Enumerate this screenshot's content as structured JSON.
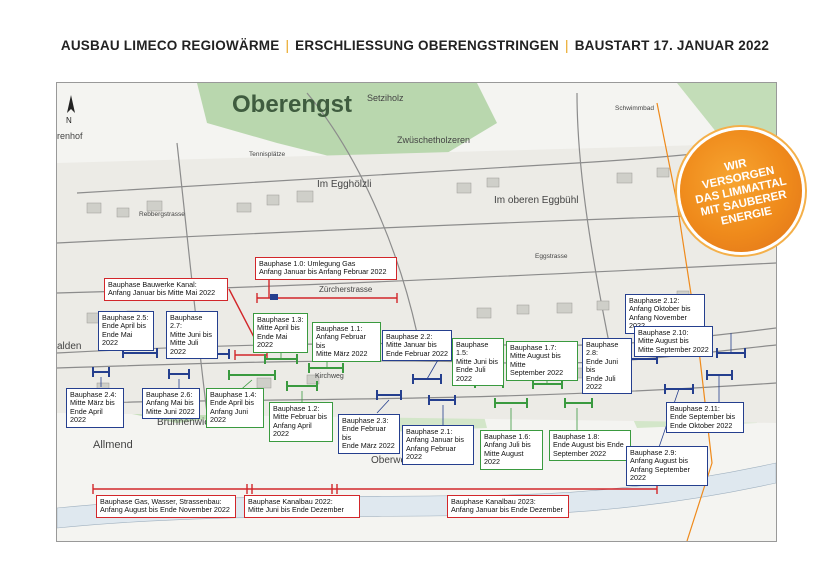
{
  "header": {
    "part1": "AUSBAU LIMECO REGIOWÄRME",
    "part2": "ERSCHLIESSUNG OBERENGSTRINGEN",
    "part3": "BAUSTART 17. JANUAR 2022",
    "separator": "|"
  },
  "badge": {
    "lines": [
      "WIR",
      "VERSORGEN",
      "DAS LIMMATTAL",
      "MIT SAUBERER",
      "ENERGIE"
    ],
    "color": "#ef8a1b"
  },
  "map": {
    "places": {
      "oberengstringen": "Oberengst",
      "setziholz": "Setziholz",
      "im_egghoelzli": "Im Egghölzli",
      "im_oberen_eggbuehl": "Im oberen Eggbühl",
      "zwueschetholzeren": "Zwüschetholzeren",
      "zuercherstrasse": "Zürcherstrasse",
      "kirchweg": "Kirchweg",
      "brunnenwiesen": "Brunnenwiesen",
      "allmend": "Allmend",
      "oberwerd": "Oberwerd",
      "rebbergstrasse": "Rebbergstrasse",
      "eggstrasse": "Eggstrasse",
      "schwimmbad": "Schwimmbad",
      "tennisplaetze": "Tennisplätze",
      "halden": "alden",
      "renhof": "renhof"
    },
    "colors": {
      "red": "#d2262a",
      "blue": "#253f8e",
      "green": "#3a9a3f"
    }
  },
  "labels": {
    "gas10": "Bauphase 1.0: Umlegung Gas\nAnfang Januar bis Anfang Februar 2022",
    "kanal": "Bauphase Bauwerke Kanal:\nAnfang Januar bis Mitte Mai 2022",
    "p25": "Bauphase 2.5:\nEnde April bis\nEnde Mai 2022",
    "p27": "Bauphase 2.7:\nMitte Juni bis\nMitte Juli 2022",
    "p13": "Bauphase 1.3:\nMitte April bis\nEnde Mai 2022",
    "p11": "Bauphase 1.1:\nAnfang Februar bis\nMitte März 2022",
    "p22": "Bauphase 2.2:\nMitte Januar bis\nEnde Februar 2022",
    "p15": "Bauphase 1.5:\nMitte Juni bis\nEnde Juli 2022",
    "p17": "Bauphase 1.7:\nMitte August bis Mitte\nSeptember 2022",
    "p28": "Bauphase 2.8:\nEnde Juni bis\nEnde Juli 2022",
    "p212": "Bauphase 2.12:\nAnfang Oktober bis\nAnfang November 2022",
    "p210": "Bauphase 2.10:\nMitte August bis\nMitte September 2022",
    "p24": "Bauphase 2.4:\nMitte März bis\nEnde April 2022",
    "p26": "Bauphase 2.6:\nAnfang Mai bis\nMitte Juni 2022",
    "p14": "Bauphase 1.4:\nEnde April bis\nAnfang Juni 2022",
    "p12": "Bauphase 1.2:\nMitte Februar bis\nAnfang April 2022",
    "p23": "Bauphase 2.3:\nEnde Februar bis\nEnde März 2022",
    "p21": "Bauphase 2.1:\nAnfang Januar bis\nAnfang Februar 2022",
    "p16": "Bauphase 1.6:\nAnfang Juli bis\nMitte August 2022",
    "p18": "Bauphase 1.8:\nEnde August bis Ende\nSeptember 2022",
    "p211": "Bauphase 2.11:\nEnde September bis\nEnde Oktober 2022",
    "p29": "Bauphase 2.9:\nAnfang August bis\nAnfang September 2022",
    "gws": "Bauphase Gas, Wasser, Strassenbau:\nAnfang August bis Ende November 2022",
    "k2022": "Bauphase Kanalbau 2022:\nMitte Juni bis Ende Dezember",
    "k2023": "Bauphase Kanalbau 2023:\nAnfang Januar bis Ende Dezember"
  }
}
